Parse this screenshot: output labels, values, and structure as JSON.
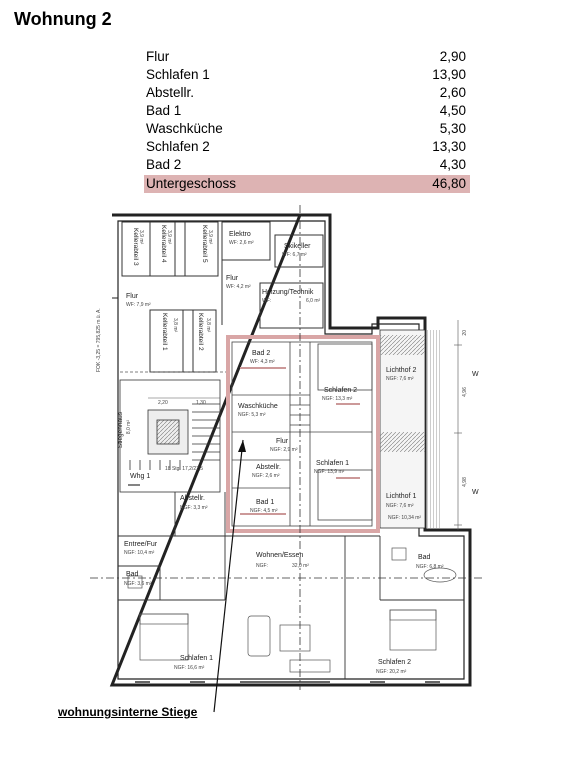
{
  "header": {
    "title": "Wohnung 2"
  },
  "area_table": {
    "rows": [
      {
        "room": "Flur",
        "area": "2,90"
      },
      {
        "room": "Schlafen 1",
        "area": "13,90"
      },
      {
        "room": "Abstellr.",
        "area": "2,60"
      },
      {
        "room": "Bad 1",
        "area": "4,50"
      },
      {
        "room": "Waschküche",
        "area": "5,30"
      },
      {
        "room": "Schlafen 2",
        "area": "13,30"
      },
      {
        "room": "Bad 2",
        "area": "4,30"
      }
    ],
    "total": {
      "room": "Untergeschoss",
      "area": "46,80"
    },
    "highlight_color": "#ddb3b3"
  },
  "floor_plan": {
    "apartment_outline_color": "#d9a6a6",
    "storage_rooms": [
      "Kellerabteil 3",
      "Kellerabteil 4",
      "Kellerabteil 5",
      "Kellerabteil 1",
      "Kellerabteil 2"
    ],
    "storage_areas": [
      "3,9 m²",
      "3,9 m²",
      "3,9 m²",
      "3,8 m²",
      "3,8 m²"
    ],
    "rooms": {
      "elektro": {
        "name": "Elektro",
        "area": "WF: 2,6 m²"
      },
      "skikeller": {
        "name": "Skikeller",
        "area": "WF: 6,7 m²"
      },
      "flur_top": {
        "name": "Flur",
        "area": "WF: 4,2 m²"
      },
      "heizung": {
        "name": "Heizung/Technik",
        "area": "WF:",
        "area2": "6,0 m²"
      },
      "flur_left": {
        "name": "Flur",
        "area": "WF: 7,9 m²"
      },
      "stiegenhaus": {
        "name": "Stiegenhaus",
        "area": "8,0 m²"
      },
      "whg1": {
        "name": "Whg 1"
      },
      "steps": {
        "name": "18 Stg. 17,2/27,5"
      },
      "bad2": {
        "name": "Bad 2",
        "area": "WF: 4,3 m²"
      },
      "schlafen2_ug": {
        "name": "Schlafen 2",
        "area": "NGF: 13,3 m²"
      },
      "waschkueche": {
        "name": "Waschküche",
        "area": "NGF: 5,3 m²"
      },
      "flur_apt": {
        "name": "Flur",
        "area": "NGF: 2,9 m²"
      },
      "abstellr_apt": {
        "name": "Abstellr.",
        "area": "NGF: 2,6 m²"
      },
      "schlafen1_ug": {
        "name": "Schlafen 1",
        "area": "NGF: 13,9 m²"
      },
      "bad1": {
        "name": "Bad 1",
        "area": "NGF: 4,5 m²"
      },
      "lichthof2": {
        "name": "Lichthof 2",
        "area": "NGF: 7,6 m²"
      },
      "lichthof1": {
        "name": "Lichthof 1",
        "area": "NGF: 7,6 m²",
        "area2": "NGF: 10,34 m²"
      },
      "abstellr_low": {
        "name": "Abstellr.",
        "area": "NGF: 3,3 m²"
      },
      "entree": {
        "name": "Entree/Fur",
        "area": "NGF: 10,4 m²"
      },
      "bad_left": {
        "name": "Bad",
        "area": "NGF: 3,6 m²"
      },
      "wohnen": {
        "name": "Wohnen/Essen",
        "area": "NGF:",
        "area2": "32,0 m²"
      },
      "bad_right": {
        "name": "Bad",
        "area": "NGF: 6,8 m²"
      },
      "schlafen1": {
        "name": "Schlafen 1",
        "area": "NGF: 16,6 m²"
      },
      "schlafen2": {
        "name": "Schlafen 2",
        "area": "NGF: 20,2 m²"
      }
    },
    "dimensions": {
      "d1": "2,20",
      "d2": "1,30",
      "d3": "2,0",
      "d4": "4,96",
      "d5": "4,98",
      "d6": "20",
      "level": "FOK -3,25 = 795,825 m ü. A."
    },
    "wall_label": "W"
  },
  "callout": {
    "label": "wohnungsinterne Stiege"
  }
}
